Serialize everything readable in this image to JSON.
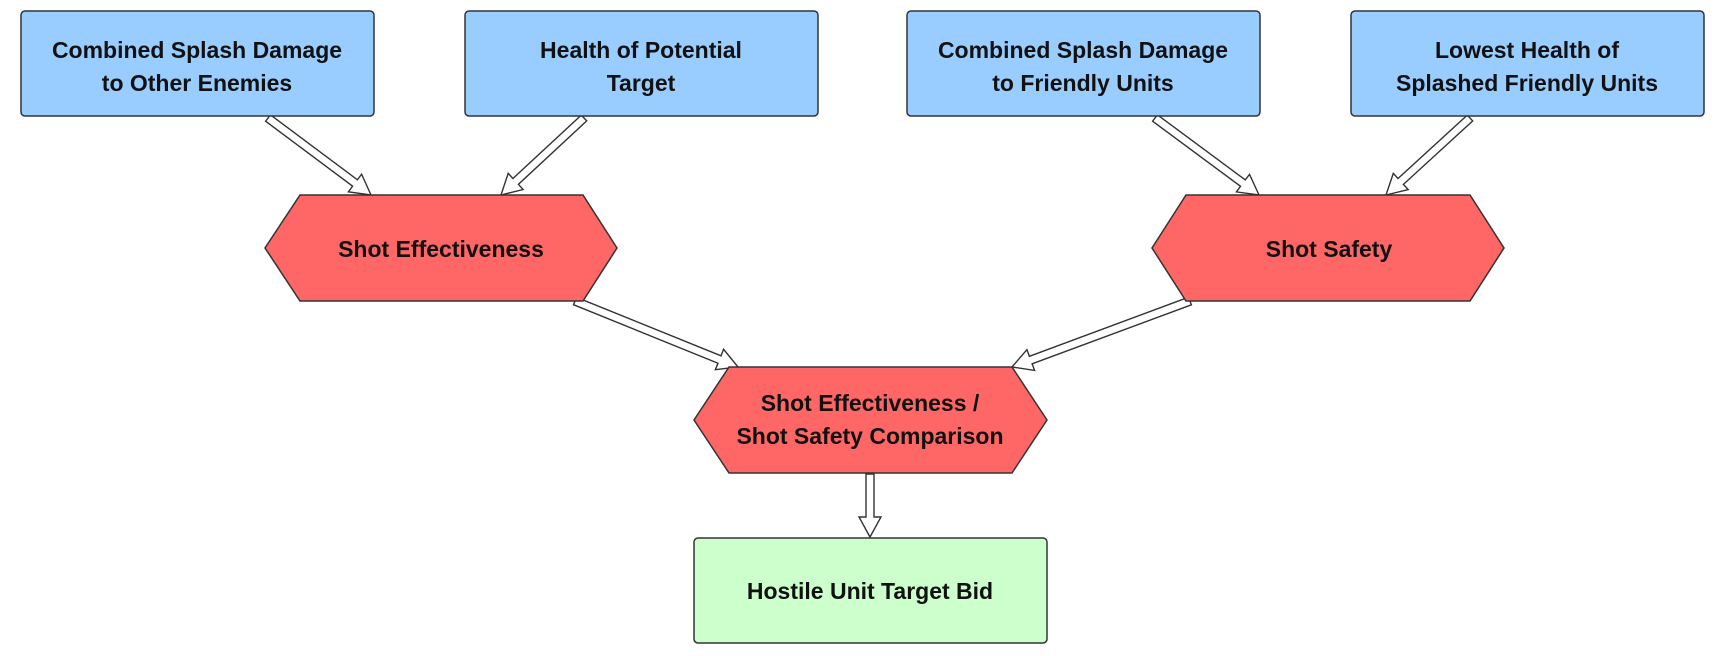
{
  "colors": {
    "input_fill": "#99ccff",
    "process_fill": "#ff6666",
    "output_fill": "#ccffcc",
    "stroke": "#333333",
    "arrow_fill": "#ffffff"
  },
  "nodes": {
    "splash_enemies": {
      "line1": "Combined Splash Damage",
      "line2": "to Other Enemies"
    },
    "target_health": {
      "line1": "Health of Potential",
      "line2": "Target"
    },
    "splash_friendly": {
      "line1": "Combined Splash Damage",
      "line2": "to Friendly Units"
    },
    "lowest_friendly_health": {
      "line1": "Lowest Health of",
      "line2": "Splashed Friendly Units"
    },
    "shot_effectiveness": {
      "label": "Shot Effectiveness"
    },
    "shot_safety": {
      "label": "Shot Safety"
    },
    "comparison": {
      "line1": "Shot Effectiveness /",
      "line2": "Shot Safety Comparison"
    },
    "target_bid": {
      "label": "Hostile Unit Target Bid"
    }
  }
}
